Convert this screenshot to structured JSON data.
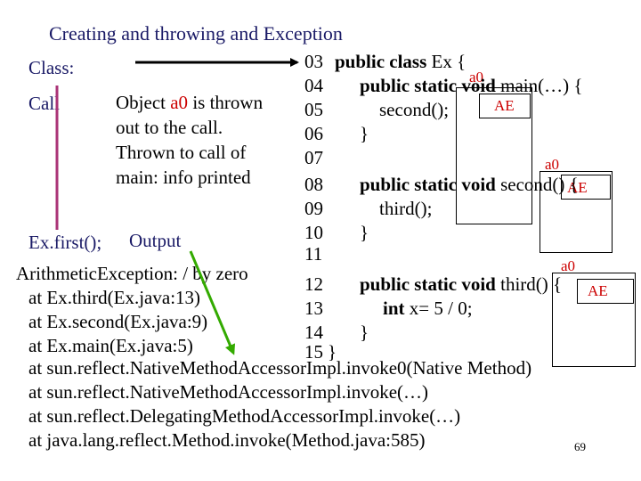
{
  "title": "Creating and throwing and Exception",
  "left_labels": {
    "class": "Class:",
    "call": "Call",
    "first_call": "Ex.first();",
    "output": "Output"
  },
  "note": {
    "prefix": "Object ",
    "obj": "a0",
    "line1_rest": " is thrown",
    "line2": "out to the call.",
    "line3": "Thrown to call of",
    "line4": "main: info printed"
  },
  "code": {
    "line_numbers": [
      "03",
      "04",
      "05",
      "06",
      "07",
      "08",
      "09",
      "10",
      "11",
      "12",
      "13",
      "14",
      "15"
    ],
    "lines": [
      {
        "kw": "public class",
        "rest": " Ex {"
      },
      {
        "kw": "public static void",
        "rest": " main(…) {"
      },
      {
        "kw": "",
        "rest": "second();"
      },
      {
        "kw": "",
        "rest": "}"
      },
      {
        "kw": "",
        "rest": ""
      },
      {
        "kw": "public static void",
        "rest": " second() {"
      },
      {
        "kw": "",
        "rest": "third();"
      },
      {
        "kw": "",
        "rest": "}"
      },
      {
        "kw": "",
        "rest": ""
      },
      {
        "kw": "public static void",
        "rest": " third() {"
      },
      {
        "kw": "int",
        "rest": " x= 5 / 0;"
      },
      {
        "kw": "",
        "rest": "}"
      },
      {
        "kw": "",
        "rest": "}"
      }
    ]
  },
  "frames": [
    {
      "obj": "a0",
      "type": "AE"
    },
    {
      "obj": "a0",
      "type": "AE"
    },
    {
      "obj": "a0",
      "type": "AE"
    }
  ],
  "output_lines": [
    "ArithmeticException: / by zero",
    "at Ex.third(Ex.java:13)",
    "at Ex.second(Ex.java:9)",
    "at Ex.main(Ex.java:5)",
    "at sun.reflect.NativeMethodAccessorImpl.invoke0(Native Method)",
    "at sun.reflect.NativeMethodAccessorImpl.invoke(…)",
    "at sun.reflect.DelegatingMethodAccessorImpl.invoke(…)",
    "at java.lang.reflect.Method.invoke(Method.java:585)"
  ],
  "page_number": "69",
  "colors": {
    "title": "#1a1a66",
    "object_red": "#cc0000",
    "arrow_green": "#33aa00",
    "arrow_magenta": "#aa3377"
  }
}
